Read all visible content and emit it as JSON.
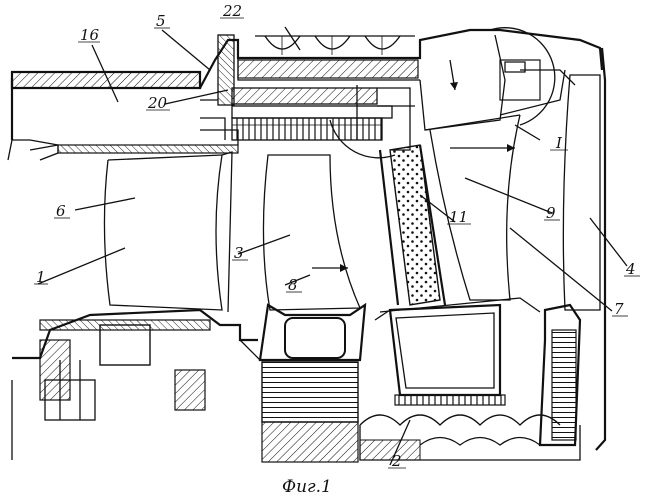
{
  "caption": "Фиг.1",
  "labels": {
    "l1": "1",
    "l2": "2",
    "l3": "3",
    "l4": "4",
    "l5": "5",
    "l6": "6",
    "l7": "7",
    "l8": "8",
    "l9": "9",
    "l11": "11",
    "l16": "16",
    "l20": "20",
    "l22": "22",
    "lI": "I"
  }
}
